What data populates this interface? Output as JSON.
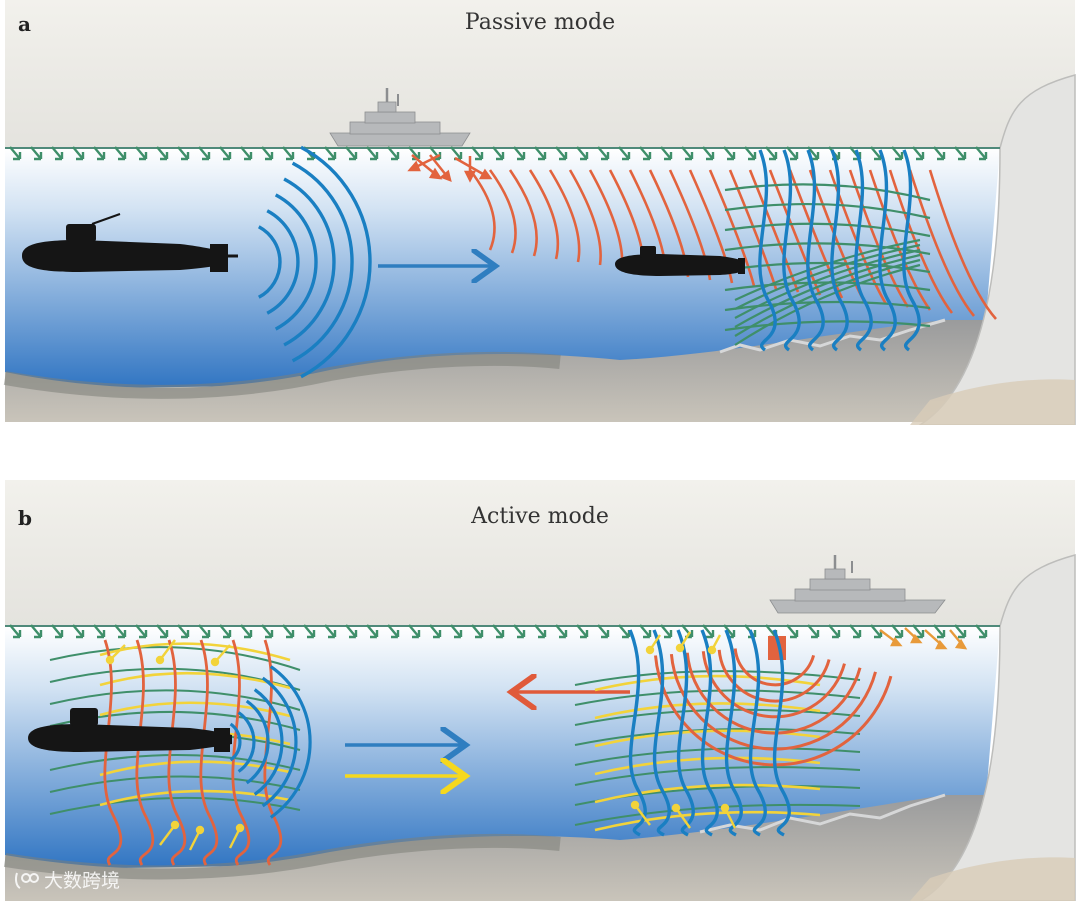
{
  "panels": [
    {
      "id": "a",
      "letter": "a",
      "title": "Passive mode",
      "colors": {
        "blue_waves": "#1a7fc2",
        "orange_waves": "#e2633e",
        "green_waves": "#3f8f6a",
        "arrow": "#2f7ec0"
      }
    },
    {
      "id": "b",
      "letter": "b",
      "title": "Active mode",
      "colors": {
        "blue_waves": "#1a7fc2",
        "orange_waves": "#e2633e",
        "green_waves": "#3f8f6a",
        "yellow_waves": "#f2d33a",
        "arrow_blue": "#2f7ec0",
        "arrow_yellow": "#f5d81e",
        "arrow_orange": "#e05a3a"
      }
    }
  ],
  "watermark": {
    "text": "大数跨境"
  }
}
